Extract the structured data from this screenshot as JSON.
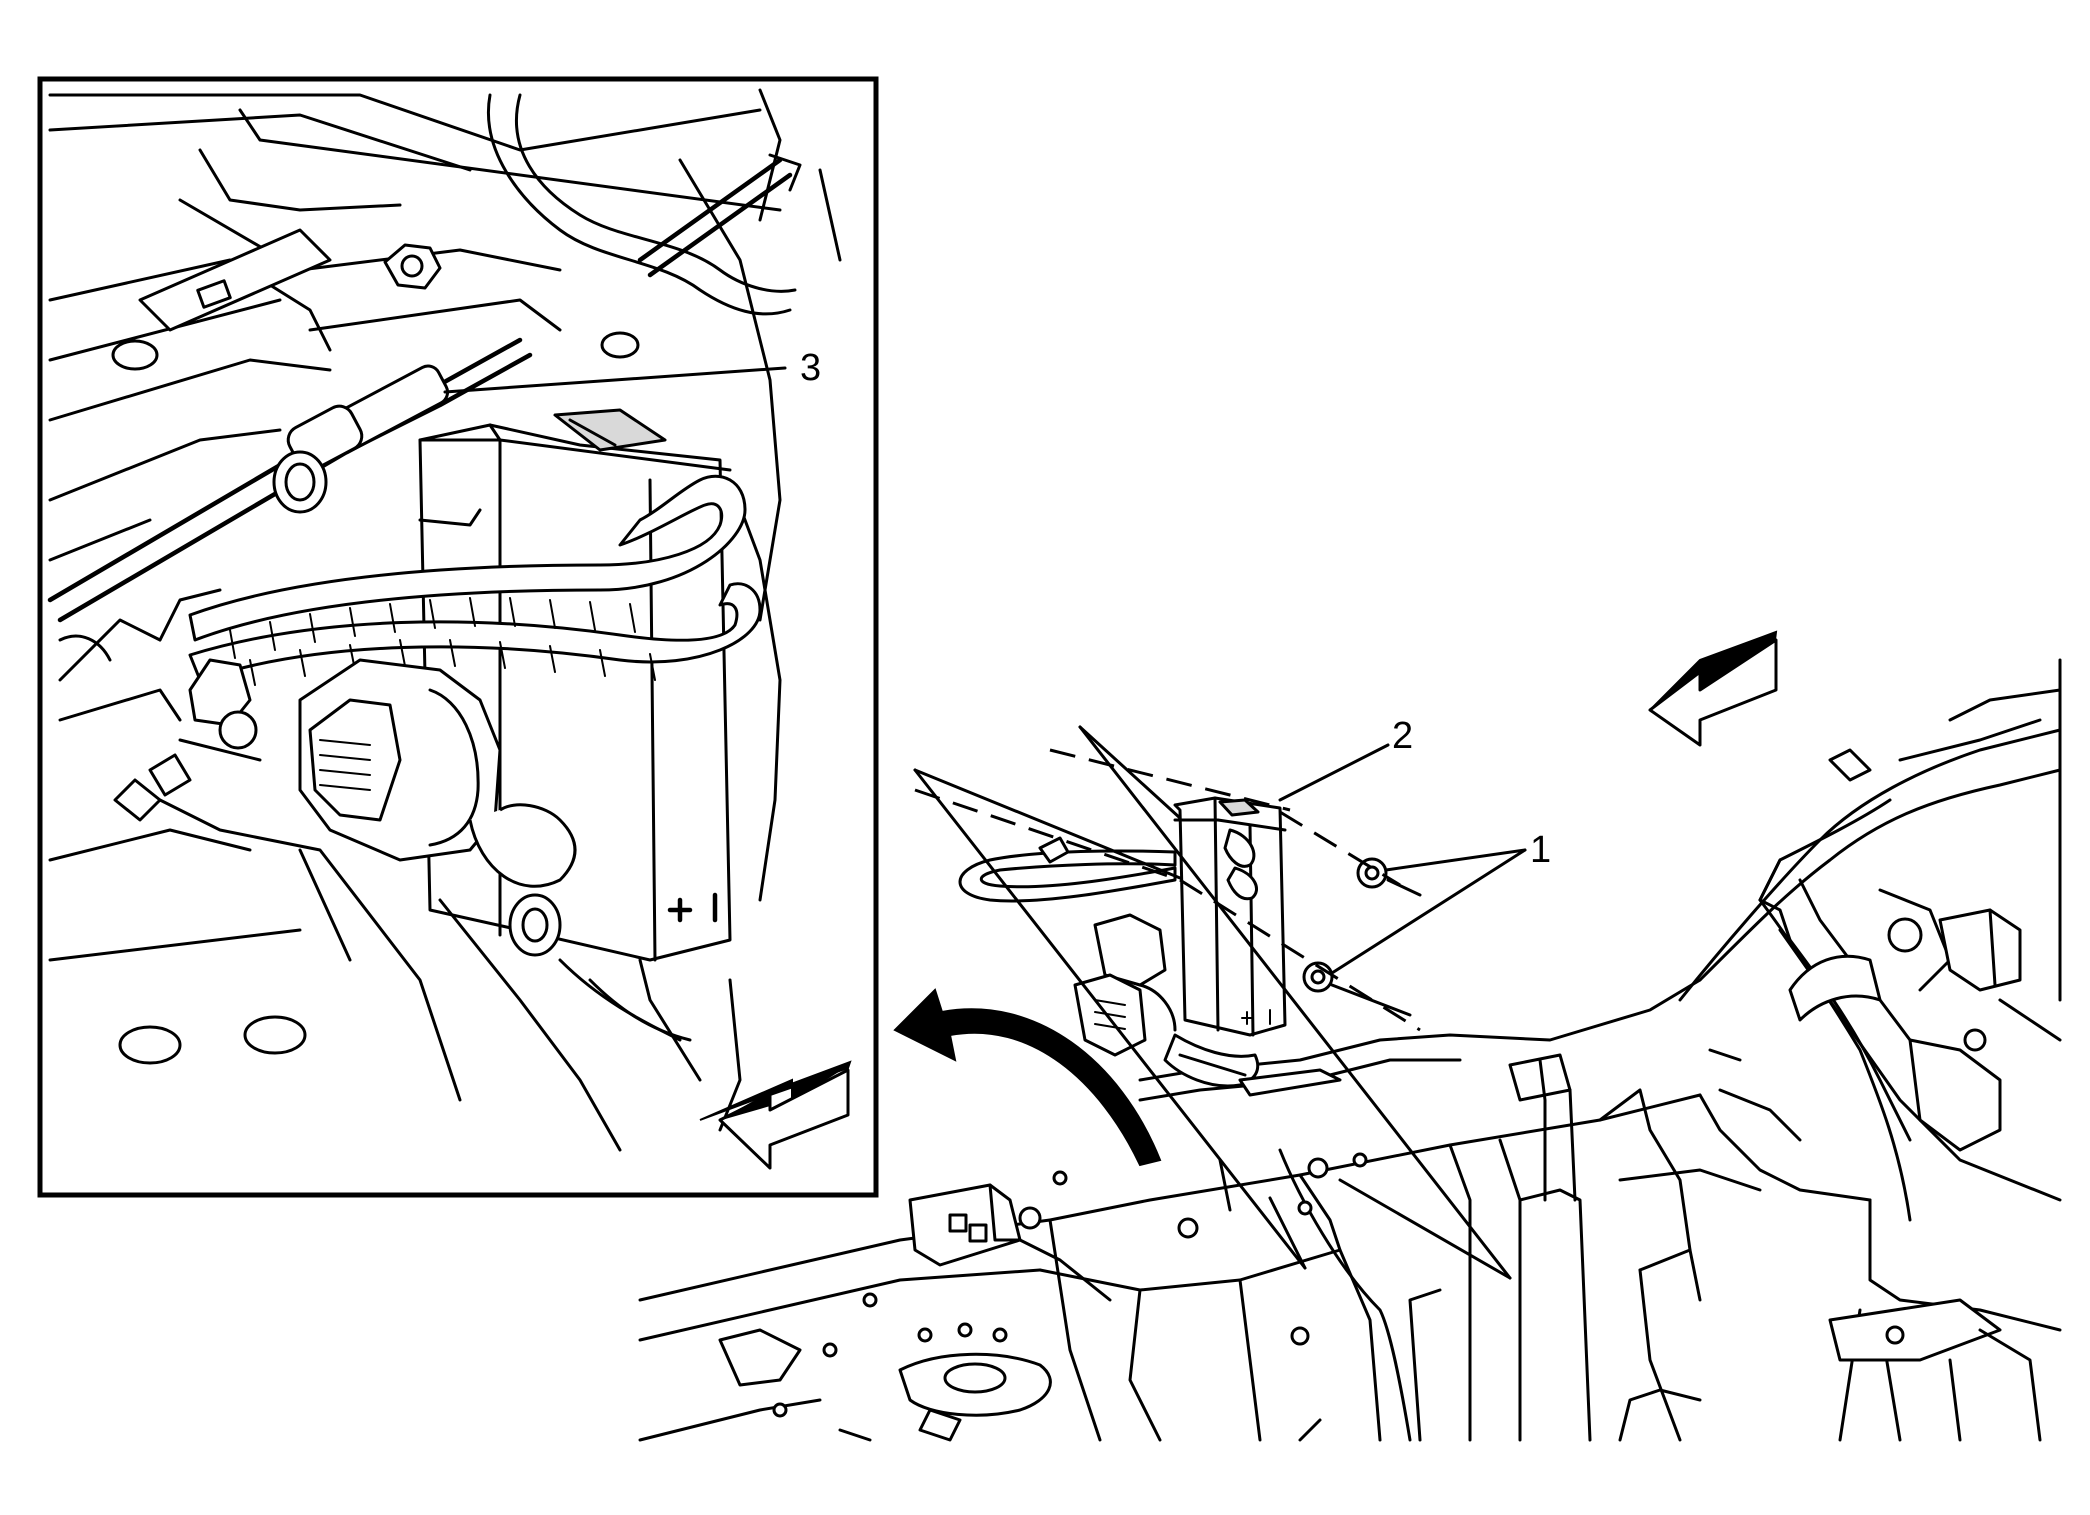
{
  "diagram": {
    "callouts": [
      {
        "id": "1",
        "label": "1"
      },
      {
        "id": "2",
        "label": "2"
      },
      {
        "id": "3",
        "label": "3"
      }
    ],
    "icons": {
      "forward_arrow": "direction-arrow-icon",
      "transition_arrow": "curved-arrow-icon"
    },
    "colors": {
      "line": "#000000",
      "background": "#ffffff",
      "shade": "#d9d9d9"
    }
  }
}
